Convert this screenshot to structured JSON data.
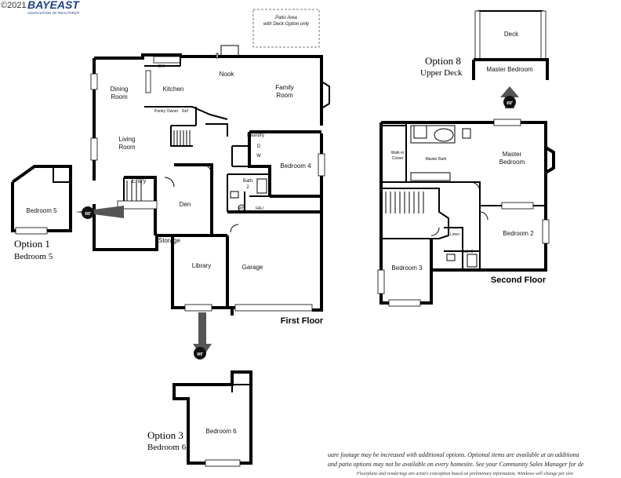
{
  "watermark": {
    "copyright": "©2021",
    "brand": "BAYEAST",
    "tagline": "ASSOCIATION OF REALTORS®"
  },
  "first_floor": {
    "title": "First Floor",
    "rooms": {
      "patio": "Patio Area",
      "patio_note": "with Deck Option only",
      "dining": "Dining",
      "dining2": "Room",
      "kitchen": "Kitchen",
      "dw": "DW",
      "pantry": "Pantry",
      "owner": "Owner",
      "ref": "Ref",
      "nook": "Nook",
      "family": "Family",
      "family2": "Room",
      "living": "Living",
      "living2": "Room",
      "laundry": "Laundry",
      "d": "D",
      "w": "W",
      "bedroom4": "Bedroom 4",
      "entry": "Entry",
      "den": "Den",
      "bath2": "Bath",
      "bath2n": "2",
      "wh": "WH",
      "fau": "FAU",
      "storage": "Storage",
      "library": "Library",
      "garage": "Garage"
    }
  },
  "option1": {
    "title": "Option 1",
    "subtitle": "Bedroom 5",
    "room": "Bedroom 5"
  },
  "option3": {
    "title": "Option 3",
    "subtitle": "Bedroom 6",
    "room": "Bedroom 6"
  },
  "option8": {
    "title": "Option 8",
    "subtitle": "Upper Deck",
    "deck": "Deck",
    "master": "Master Bedroom"
  },
  "connector": "or",
  "second_floor": {
    "title": "Second Floor",
    "rooms": {
      "walkin": "Walk-in",
      "walkin2": "Closet",
      "master_bath": "Master Bath",
      "master": "Master",
      "master2": "Bedroom",
      "linen": "Linen",
      "bedroom2": "Bedroom 2",
      "bath3": "Bath 3",
      "bedroom3": "Bedroom 3"
    }
  },
  "footnotes": {
    "line1": "uare footage may be increased with additional options. Optional items are available at an additiona",
    "line2": "and patio options may not be available on every homesite. See your Community Sales Manager for de",
    "line3": "Floorplans and renderings are artist's conception based on preliminary information. Windows will change per elev"
  },
  "colors": {
    "brand": "#1d3f8f",
    "wall": "#000000"
  }
}
